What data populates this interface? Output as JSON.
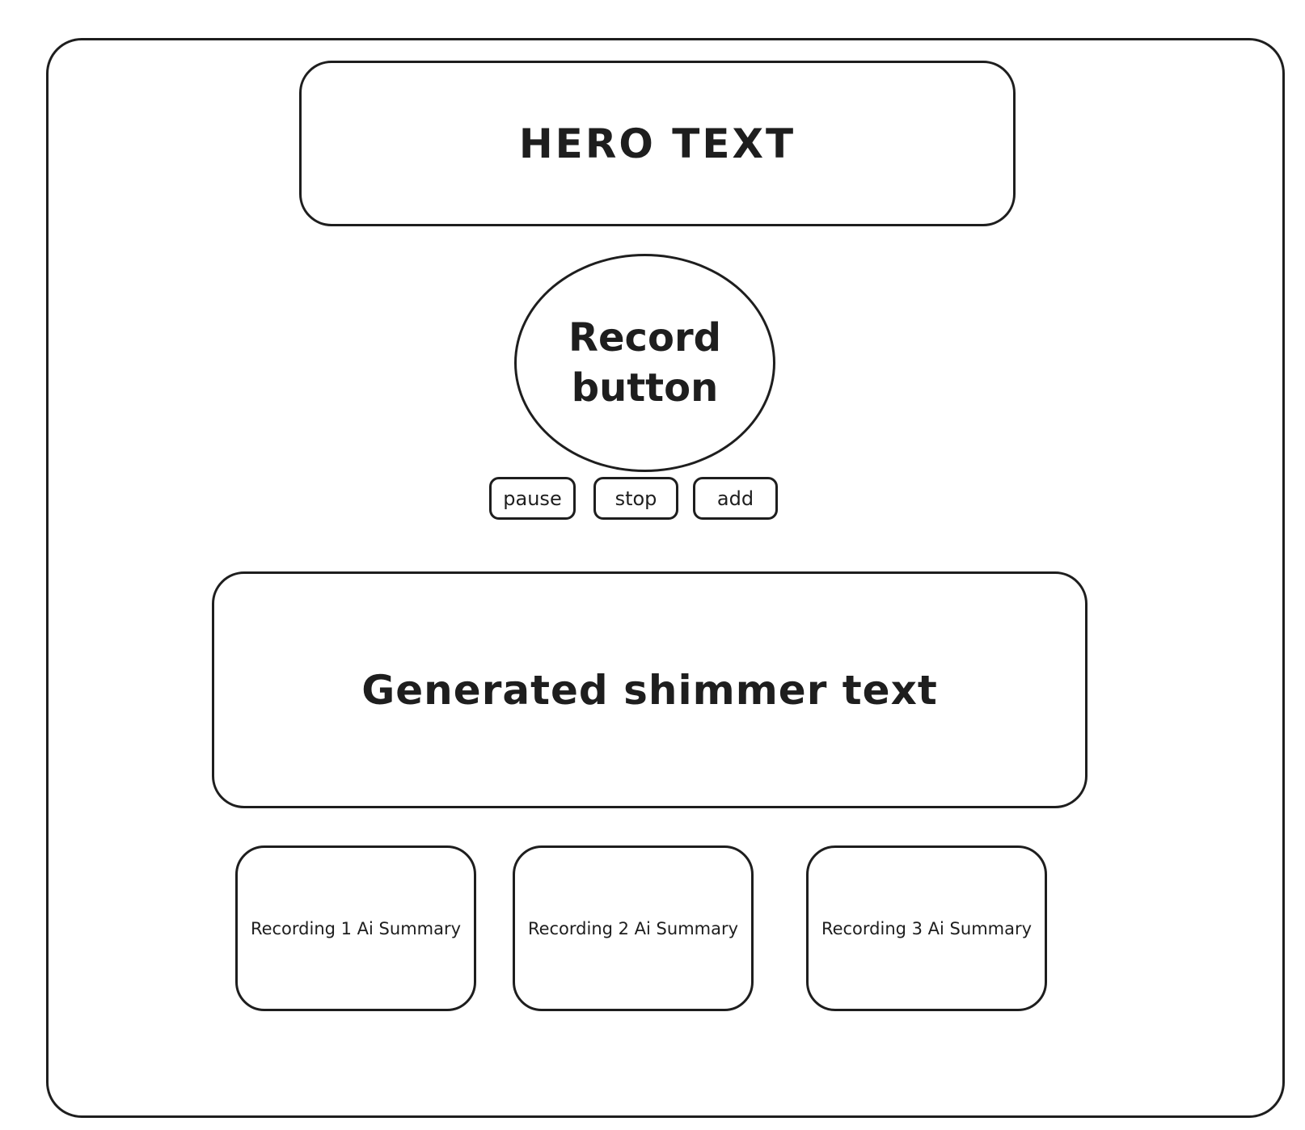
{
  "hero": {
    "text": "HERO TEXT"
  },
  "record": {
    "label": "Record button"
  },
  "controls": {
    "pause_label": "pause",
    "stop_label": "stop",
    "add_label": "add"
  },
  "generated": {
    "text": "Generated shimmer text"
  },
  "summaries": [
    {
      "label": "Recording 1 Ai Summary"
    },
    {
      "label": "Recording 2 Ai Summary"
    },
    {
      "label": "Recording 3 Ai Summary"
    }
  ],
  "colors": {
    "stroke": "#1e1e1e",
    "background": "#ffffff"
  }
}
